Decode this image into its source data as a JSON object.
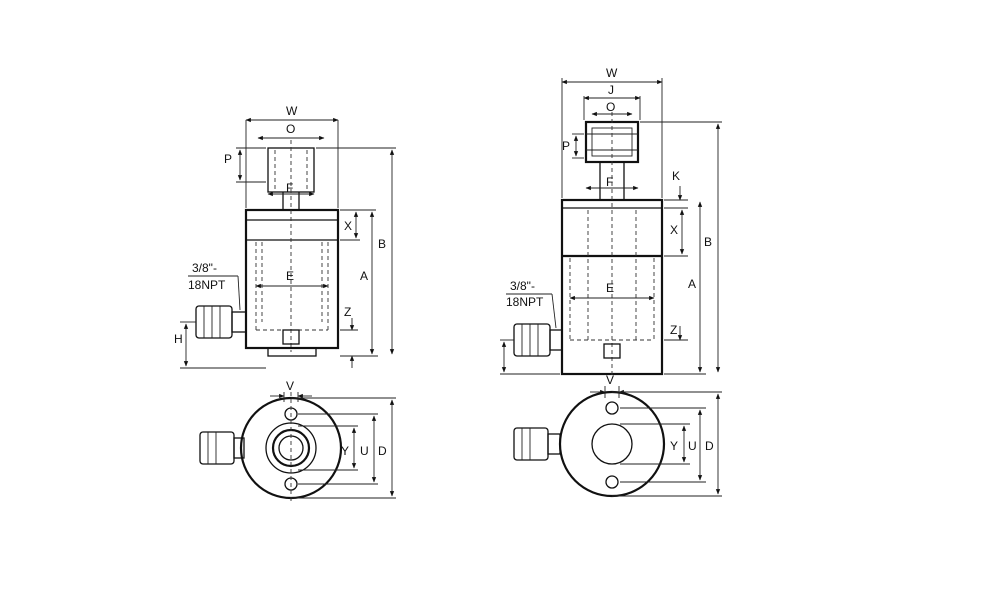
{
  "left_view": {
    "width_label": "W",
    "bore_label": "O",
    "plunger_label": "P",
    "saddle_label": "F",
    "stroke_label": "X",
    "overall_label": "B",
    "body_label": "A",
    "inner_label": "E",
    "base_label": "Z",
    "port_height_label": "H",
    "port_label_1": "3/8\"-",
    "port_label_2": "18NPT",
    "top_v_label": "V",
    "top_y_label": "Y",
    "top_u_label": "U",
    "top_d_label": "D"
  },
  "right_view": {
    "width_label": "W",
    "j_label": "J",
    "bore_label": "O",
    "plunger_label": "P",
    "saddle_label": "F",
    "k_label": "K",
    "stroke_label": "X",
    "overall_label": "B",
    "body_label": "A",
    "inner_label": "E",
    "base_label": "Z",
    "port_label_1": "3/8\"-",
    "port_label_2": "18NPT",
    "top_v_label": "V",
    "top_y_label": "Y",
    "top_u_label": "U",
    "top_d_label": "D"
  }
}
